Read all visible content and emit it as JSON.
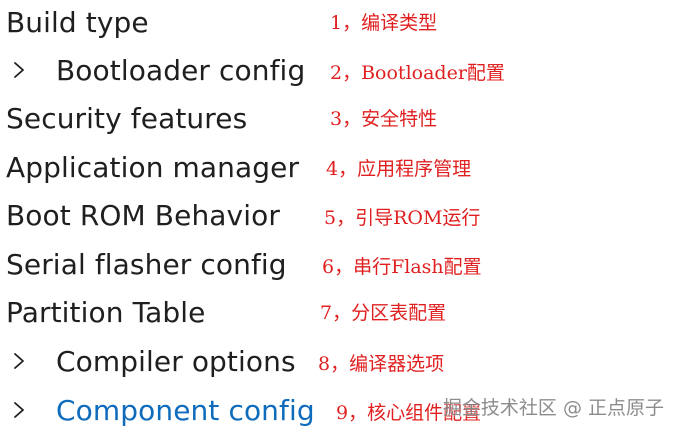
{
  "menu": [
    {
      "label": "Build type",
      "has_chevron": false,
      "note": "1，编译类型"
    },
    {
      "label": "Bootloader config",
      "has_chevron": true,
      "note": "2，Bootloader配置"
    },
    {
      "label": "Security features",
      "has_chevron": false,
      "note": "3，安全特性"
    },
    {
      "label": "Application manager",
      "has_chevron": false,
      "note": "4，应用程序管理"
    },
    {
      "label": "Boot ROM Behavior",
      "has_chevron": false,
      "note": "5，引导ROM运行"
    },
    {
      "label": "Serial flasher config",
      "has_chevron": false,
      "note": "6，串行Flash配置"
    },
    {
      "label": "Partition Table",
      "has_chevron": false,
      "note": "7，分区表配置"
    },
    {
      "label": "Compiler options",
      "has_chevron": true,
      "note": "8，编译器选项"
    },
    {
      "label": "Component config",
      "has_chevron": true,
      "note": "9，核心组件配置"
    }
  ],
  "watermark": "掘金技术社区 @ 正点原子",
  "colors": {
    "text": "#1f1f1f",
    "highlight": "#0f6cbd",
    "annotation": "#e02020"
  },
  "icons": {
    "expand": "chevron-right-icon"
  }
}
